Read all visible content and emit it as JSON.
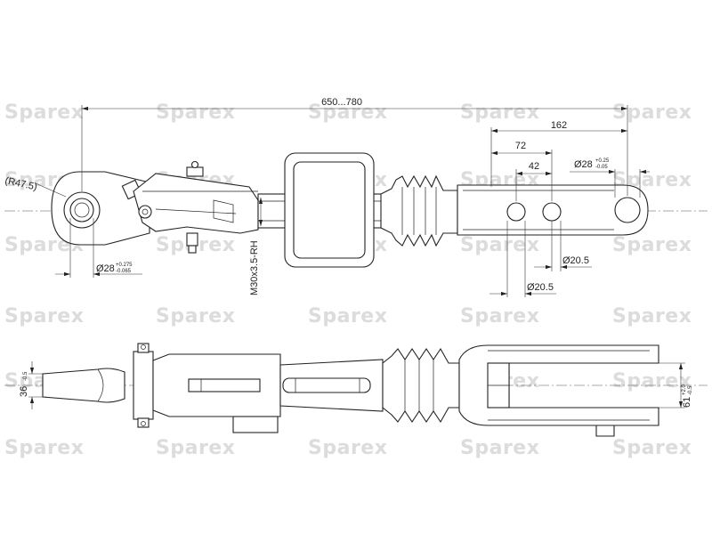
{
  "watermark": "Sparex",
  "dimensions": {
    "overall_length": "650...780",
    "pin_to_end": "162",
    "pin_spacing_outer": "72",
    "pin_spacing_inner": "42",
    "eye_radius": "(R47.5)",
    "ball_bore": "Ø28",
    "ball_bore_tol_upper": "+0.275",
    "ball_bore_tol_lower": "-0.065",
    "end_bore": "Ø28",
    "end_bore_tol_upper": "+0.25",
    "end_bore_tol_lower": "-0.05",
    "hole_upper": "Ø20.5",
    "hole_lower": "Ø20.5",
    "thread": "M30x3.5-RH",
    "ball_width": "36",
    "ball_width_tol": "-0.5",
    "fork_gap": "61",
    "fork_gap_tol_upper": "+2.0",
    "fork_gap_tol_lower": "-0.5"
  }
}
